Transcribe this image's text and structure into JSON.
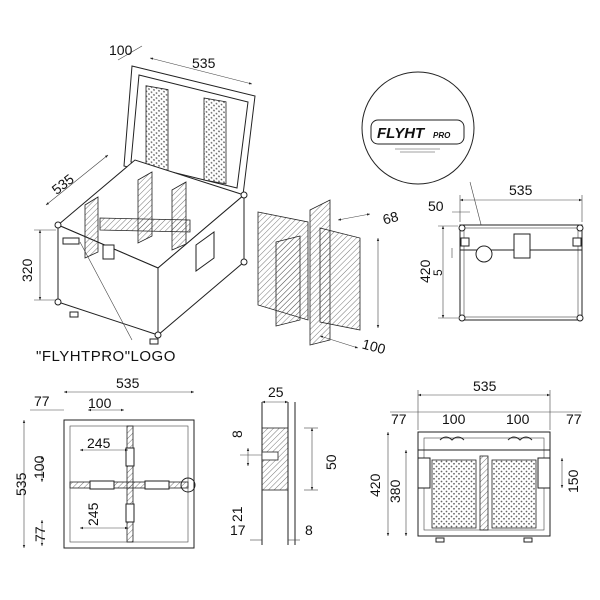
{
  "iso_view": {
    "dims": {
      "top_depth": "100",
      "top_width": "535",
      "side_depth": "535",
      "height": "320"
    },
    "logo_caption": "\"FLYHTPRO\"LOGO"
  },
  "partition_view": {
    "dims": {
      "thickness": "68",
      "width": "100"
    }
  },
  "logo_detail": {
    "brand": "FLYHT",
    "suffix": "PRO"
  },
  "front_view": {
    "dims": {
      "width": "535",
      "offset": "50",
      "height": "420",
      "small": "5"
    }
  },
  "top_view": {
    "dims": {
      "width": "535",
      "left_margin": "77",
      "slot": "100",
      "inner": "245",
      "depth": "535",
      "mid": "100",
      "lower_inner": "245",
      "lower_margin": "77"
    }
  },
  "section_view": {
    "dims": {
      "top": "25",
      "left_top": "8",
      "height": "50",
      "bottom_left": "21",
      "foot_left": "17",
      "foot_right": "8"
    }
  },
  "side_section": {
    "dims": {
      "width": "535",
      "left": "77",
      "slot_a": "100",
      "slot_b": "100",
      "right": "77",
      "height": "420",
      "inner": "380",
      "foam": "150"
    }
  }
}
